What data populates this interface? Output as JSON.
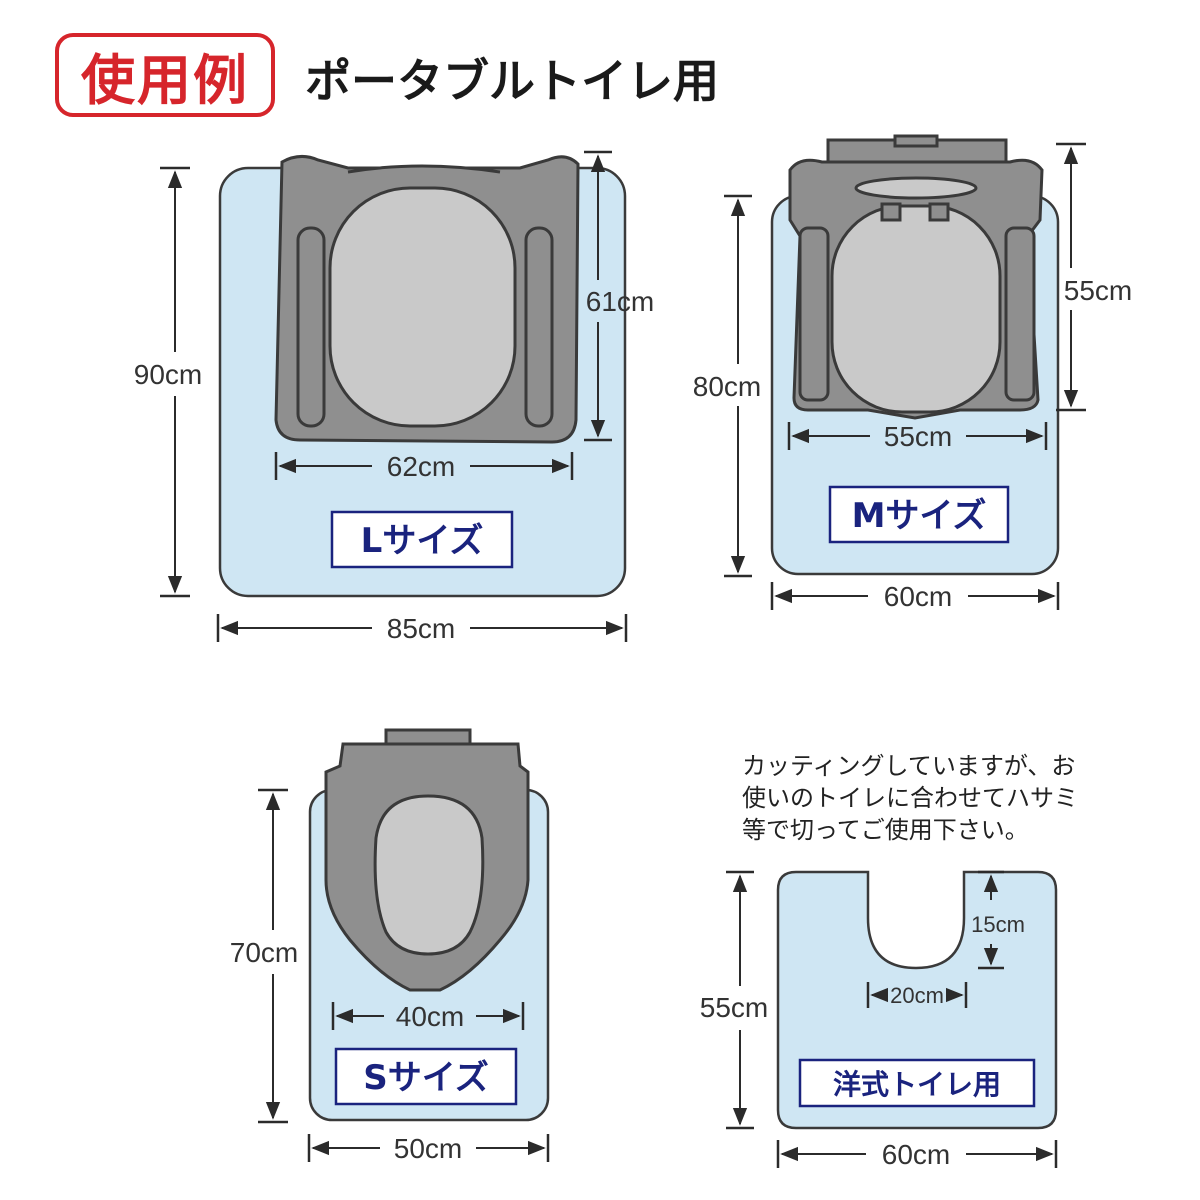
{
  "header": {
    "badge": "使用例",
    "title": "ポータブルトイレ用"
  },
  "diagrams": {
    "l": {
      "label": "Lサイズ",
      "height": "90cm",
      "width": "85cm",
      "toilet_height": "61cm",
      "toilet_width": "62cm"
    },
    "m": {
      "label": "Mサイズ",
      "height": "80cm",
      "width": "60cm",
      "toilet_height": "55cm",
      "toilet_width": "55cm"
    },
    "s": {
      "label": "Sサイズ",
      "height": "70cm",
      "width": "50cm",
      "toilet_width": "40cm"
    },
    "w": {
      "label": "洋式トイレ用",
      "height": "55cm",
      "width": "60cm",
      "cut_depth": "15cm",
      "cut_width": "20cm",
      "note": "カッティングしていますが、お使いのトイレに合わせてハサミ等で切ってご使用下さい。"
    }
  },
  "colors": {
    "mat_fill": "#cfe6f3",
    "mat_stroke": "#3a3a3a",
    "toilet_fill": "#8f8f8f",
    "accent_red": "#d6252b",
    "label_text": "#1a237e"
  }
}
